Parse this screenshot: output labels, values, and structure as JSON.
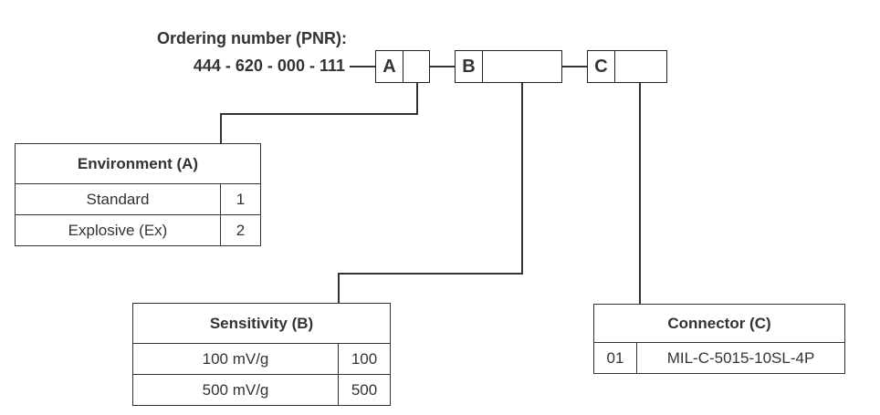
{
  "pnr": {
    "label": "Ordering number (PNR):",
    "number": "444 - 620 - 000 - 111"
  },
  "segments": {
    "a": "A",
    "b": "B",
    "c": "C"
  },
  "environment": {
    "title": "Environment (A)",
    "rows": [
      {
        "label": "Standard",
        "code": "1"
      },
      {
        "label": "Explosive (Ex)",
        "code": "2"
      }
    ]
  },
  "sensitivity": {
    "title": "Sensitivity (B)",
    "rows": [
      {
        "label": "100 mV/g",
        "code": "100"
      },
      {
        "label": "500 mV/g",
        "code": "500"
      }
    ]
  },
  "connector": {
    "title": "Connector (C)",
    "rows": [
      {
        "code": "01",
        "label": "MIL-C-5015-10SL-4P"
      }
    ]
  }
}
